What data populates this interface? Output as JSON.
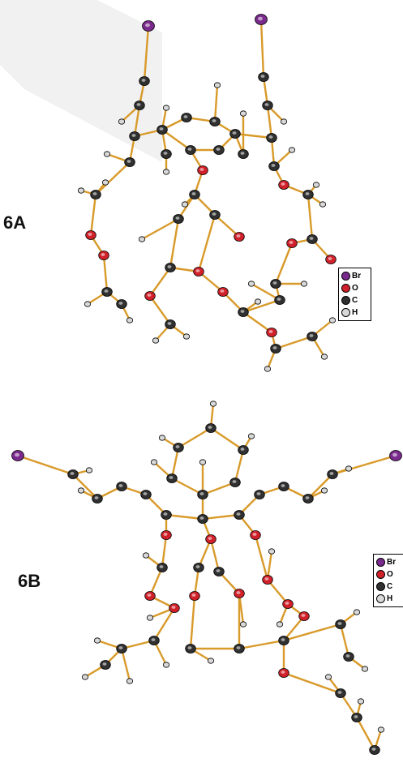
{
  "panels": [
    {
      "label": "6A",
      "legend": [
        {
          "label": "Br",
          "color": "#7a2a8c"
        },
        {
          "label": "O",
          "color": "#d0202a"
        },
        {
          "label": "C",
          "color": "#303030"
        },
        {
          "label": "H",
          "color": "#d8d8d8"
        }
      ]
    },
    {
      "label": "6B",
      "legend": [
        {
          "label": "Br",
          "color": "#7a2a8c"
        },
        {
          "label": "O",
          "color": "#d0202a"
        },
        {
          "label": "C",
          "color": "#303030"
        },
        {
          "label": "H",
          "color": "#d8d8d8"
        }
      ]
    }
  ],
  "colors": {
    "bond": "#d89a2a",
    "bromine": "#7a2a8c",
    "oxygen": "#d0202a",
    "carbon": "#303030",
    "hydrogen": "#d8d8d8",
    "watermark": "#f0f0f0"
  }
}
